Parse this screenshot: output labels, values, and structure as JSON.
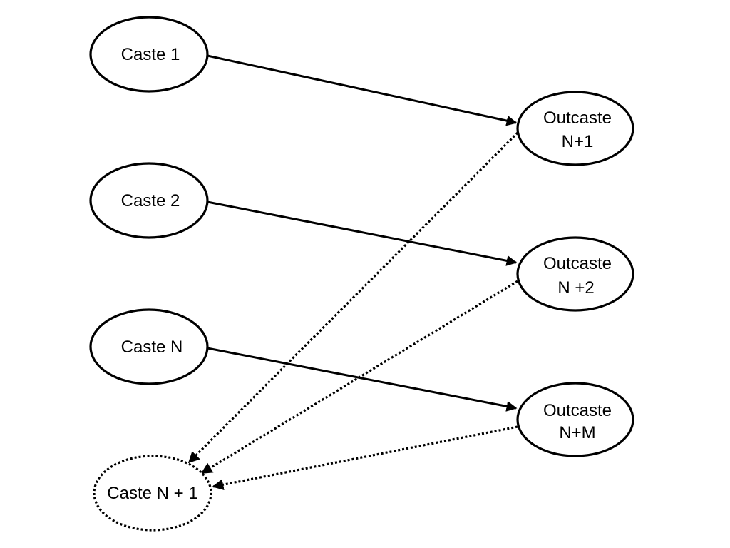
{
  "diagram": {
    "nodes": {
      "caste1": {
        "label": "Caste 1"
      },
      "caste2": {
        "label": "Caste 2"
      },
      "casteN": {
        "label": "Caste N"
      },
      "casteN1": {
        "label": "Caste N + 1"
      },
      "outcasteN1": {
        "line1": "Outcaste",
        "line2": "N+1"
      },
      "outcasteN2": {
        "line1": "Outcaste",
        "line2": "N +2"
      },
      "outcasteNM": {
        "line1": "Outcaste",
        "line2": "N+M"
      }
    },
    "edges": [
      {
        "from": "Caste 1",
        "to": "Outcaste N+1",
        "style": "solid"
      },
      {
        "from": "Caste 2",
        "to": "Outcaste N +2",
        "style": "solid"
      },
      {
        "from": "Caste N",
        "to": "Outcaste N+M",
        "style": "solid"
      },
      {
        "from": "Outcaste N+1",
        "to": "Caste N + 1",
        "style": "dotted"
      },
      {
        "from": "Outcaste N +2",
        "to": "Caste N + 1",
        "style": "dotted"
      },
      {
        "from": "Outcaste N+M",
        "to": "Caste N + 1",
        "style": "dotted"
      }
    ]
  }
}
